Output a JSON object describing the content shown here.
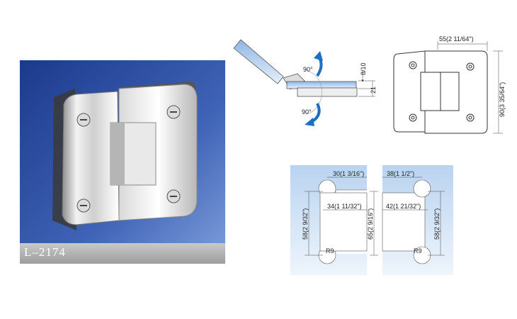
{
  "product": {
    "model_label": "L–2174"
  },
  "side_view": {
    "angle_up": "90°",
    "angle_down": "90°",
    "dim_thickness": "8/10",
    "dim_height": "21"
  },
  "front_view": {
    "dim_width": "55(2 11/64\")",
    "dim_height": "90(3 35/64\")"
  },
  "glass_cutouts": {
    "left": {
      "dim_notch_width": "30(1 3/16\")",
      "dim_inner_width": "34(1 11/32\")",
      "dim_cut_height": "58(2 9/32\")",
      "radius": "R9"
    },
    "center_dim": "65(2 9/16\")",
    "right": {
      "dim_notch_width": "38(1 1/2\")",
      "dim_inner_width": "42(1 21/32\")",
      "dim_cut_height": "58(2 9/32\")",
      "radius": "R9"
    }
  },
  "icons": [
    "curved-arrow-up-icon",
    "curved-arrow-down-icon"
  ],
  "colors": {
    "photo_bg_top": "#1c3a8c",
    "photo_bg_bottom": "#6d8ed2",
    "label_bar": "#b6b6b6",
    "glass_top": "#b9d3f0",
    "glass_bottom": "#eef5fc",
    "arrow_blue": "#1f6fc0"
  }
}
